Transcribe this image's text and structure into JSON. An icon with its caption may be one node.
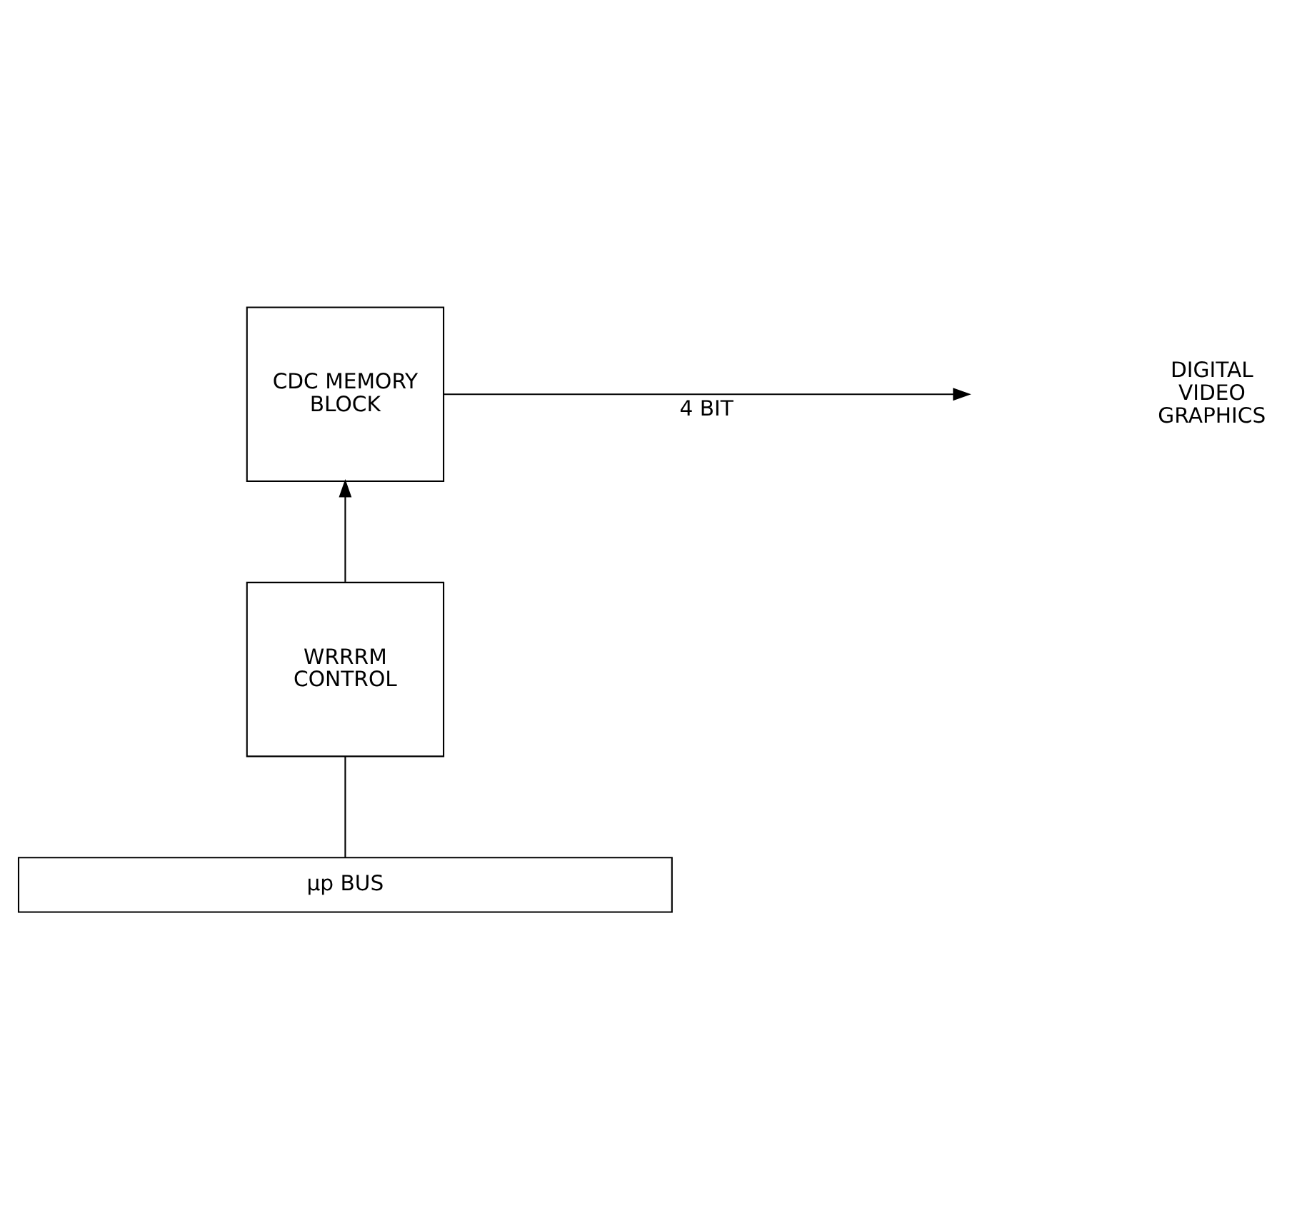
{
  "diagram": {
    "nodes": [
      {
        "text": [
          "CDC MEMORY BLOCK"
        ]
      },
      {
        "text": [
          "WRRRM CONTROL"
        ]
      },
      {
        "text": [
          "μp BUS"
        ]
      }
    ],
    "edges": [
      {
        "from": 2,
        "to": 1,
        "arrow": "none"
      },
      {
        "from": 1,
        "to": 0,
        "arrow": "to"
      },
      {
        "from": 0,
        "to": null,
        "arrow": "to",
        "label": "4 BIT"
      }
    ],
    "labels": [
      "DIGITAL VIDEO GRAPHICS"
    ]
  }
}
